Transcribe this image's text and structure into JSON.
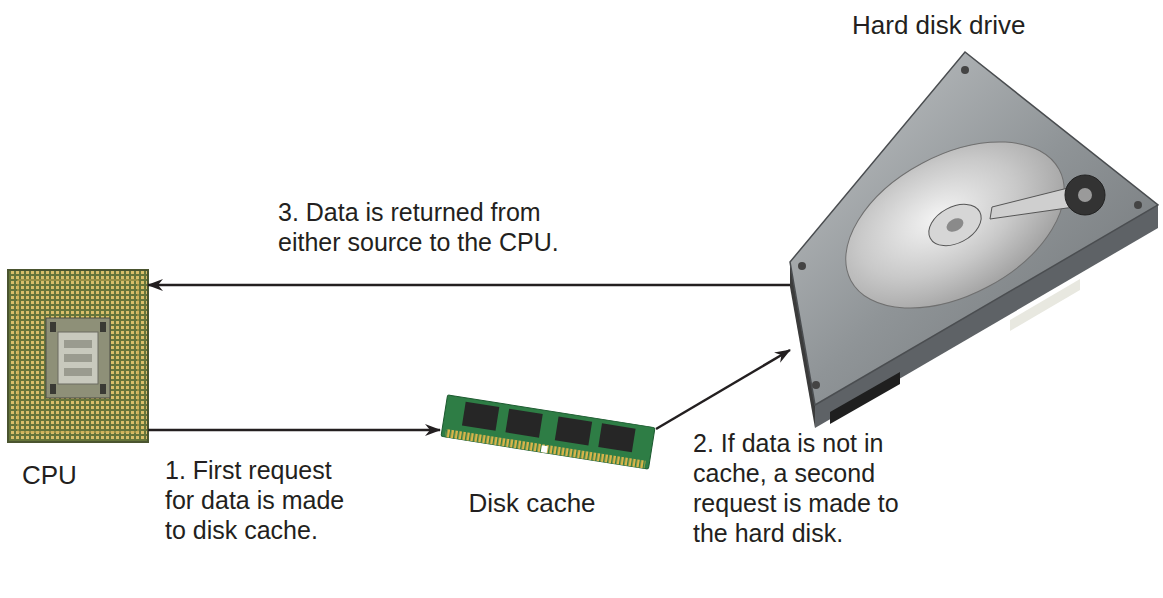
{
  "diagram": {
    "nodes": [
      {
        "text": [
          "CPU"
        ]
      },
      {
        "text": [
          "Disk cache"
        ]
      },
      {
        "text": [
          "Hard disk drive"
        ]
      }
    ],
    "edges": [
      {
        "from": 0,
        "to": 1,
        "arrow": "to",
        "label": "1. First request for data is made to disk cache."
      },
      {
        "from": 1,
        "to": 2,
        "arrow": "to",
        "label": "2. If data is not in cache, a second request is made to the hard disk."
      },
      {
        "from": 2,
        "to": 0,
        "arrow": "to",
        "label": "3. Data is returned from either source to the CPU."
      }
    ]
  }
}
